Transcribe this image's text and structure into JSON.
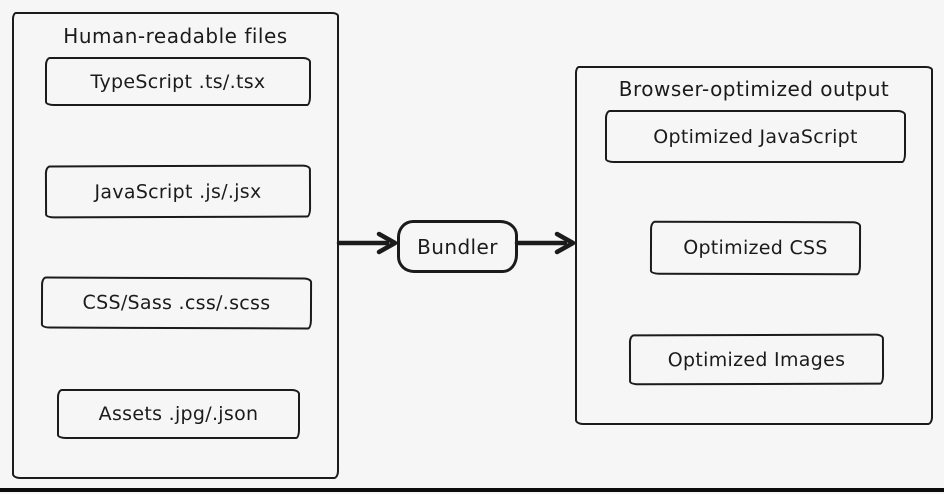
{
  "diagram": {
    "left_panel": {
      "title": "Human-readable files",
      "items": [
        {
          "label": "TypeScript .ts/.tsx"
        },
        {
          "label": "JavaScript .js/.jsx"
        },
        {
          "label": "CSS/Sass .css/.scss"
        },
        {
          "label": "Assets .jpg/.json"
        }
      ]
    },
    "bundler": {
      "label": "Bundler"
    },
    "right_panel": {
      "title": "Browser-optimized output",
      "items": [
        {
          "label": "Optimized JavaScript"
        },
        {
          "label": "Optimized CSS"
        },
        {
          "label": "Optimized Images"
        }
      ]
    },
    "colors": {
      "stroke": "#1b1b1b",
      "background": "#f6f6f6",
      "bottom_rule": "#0c0c0c"
    }
  }
}
